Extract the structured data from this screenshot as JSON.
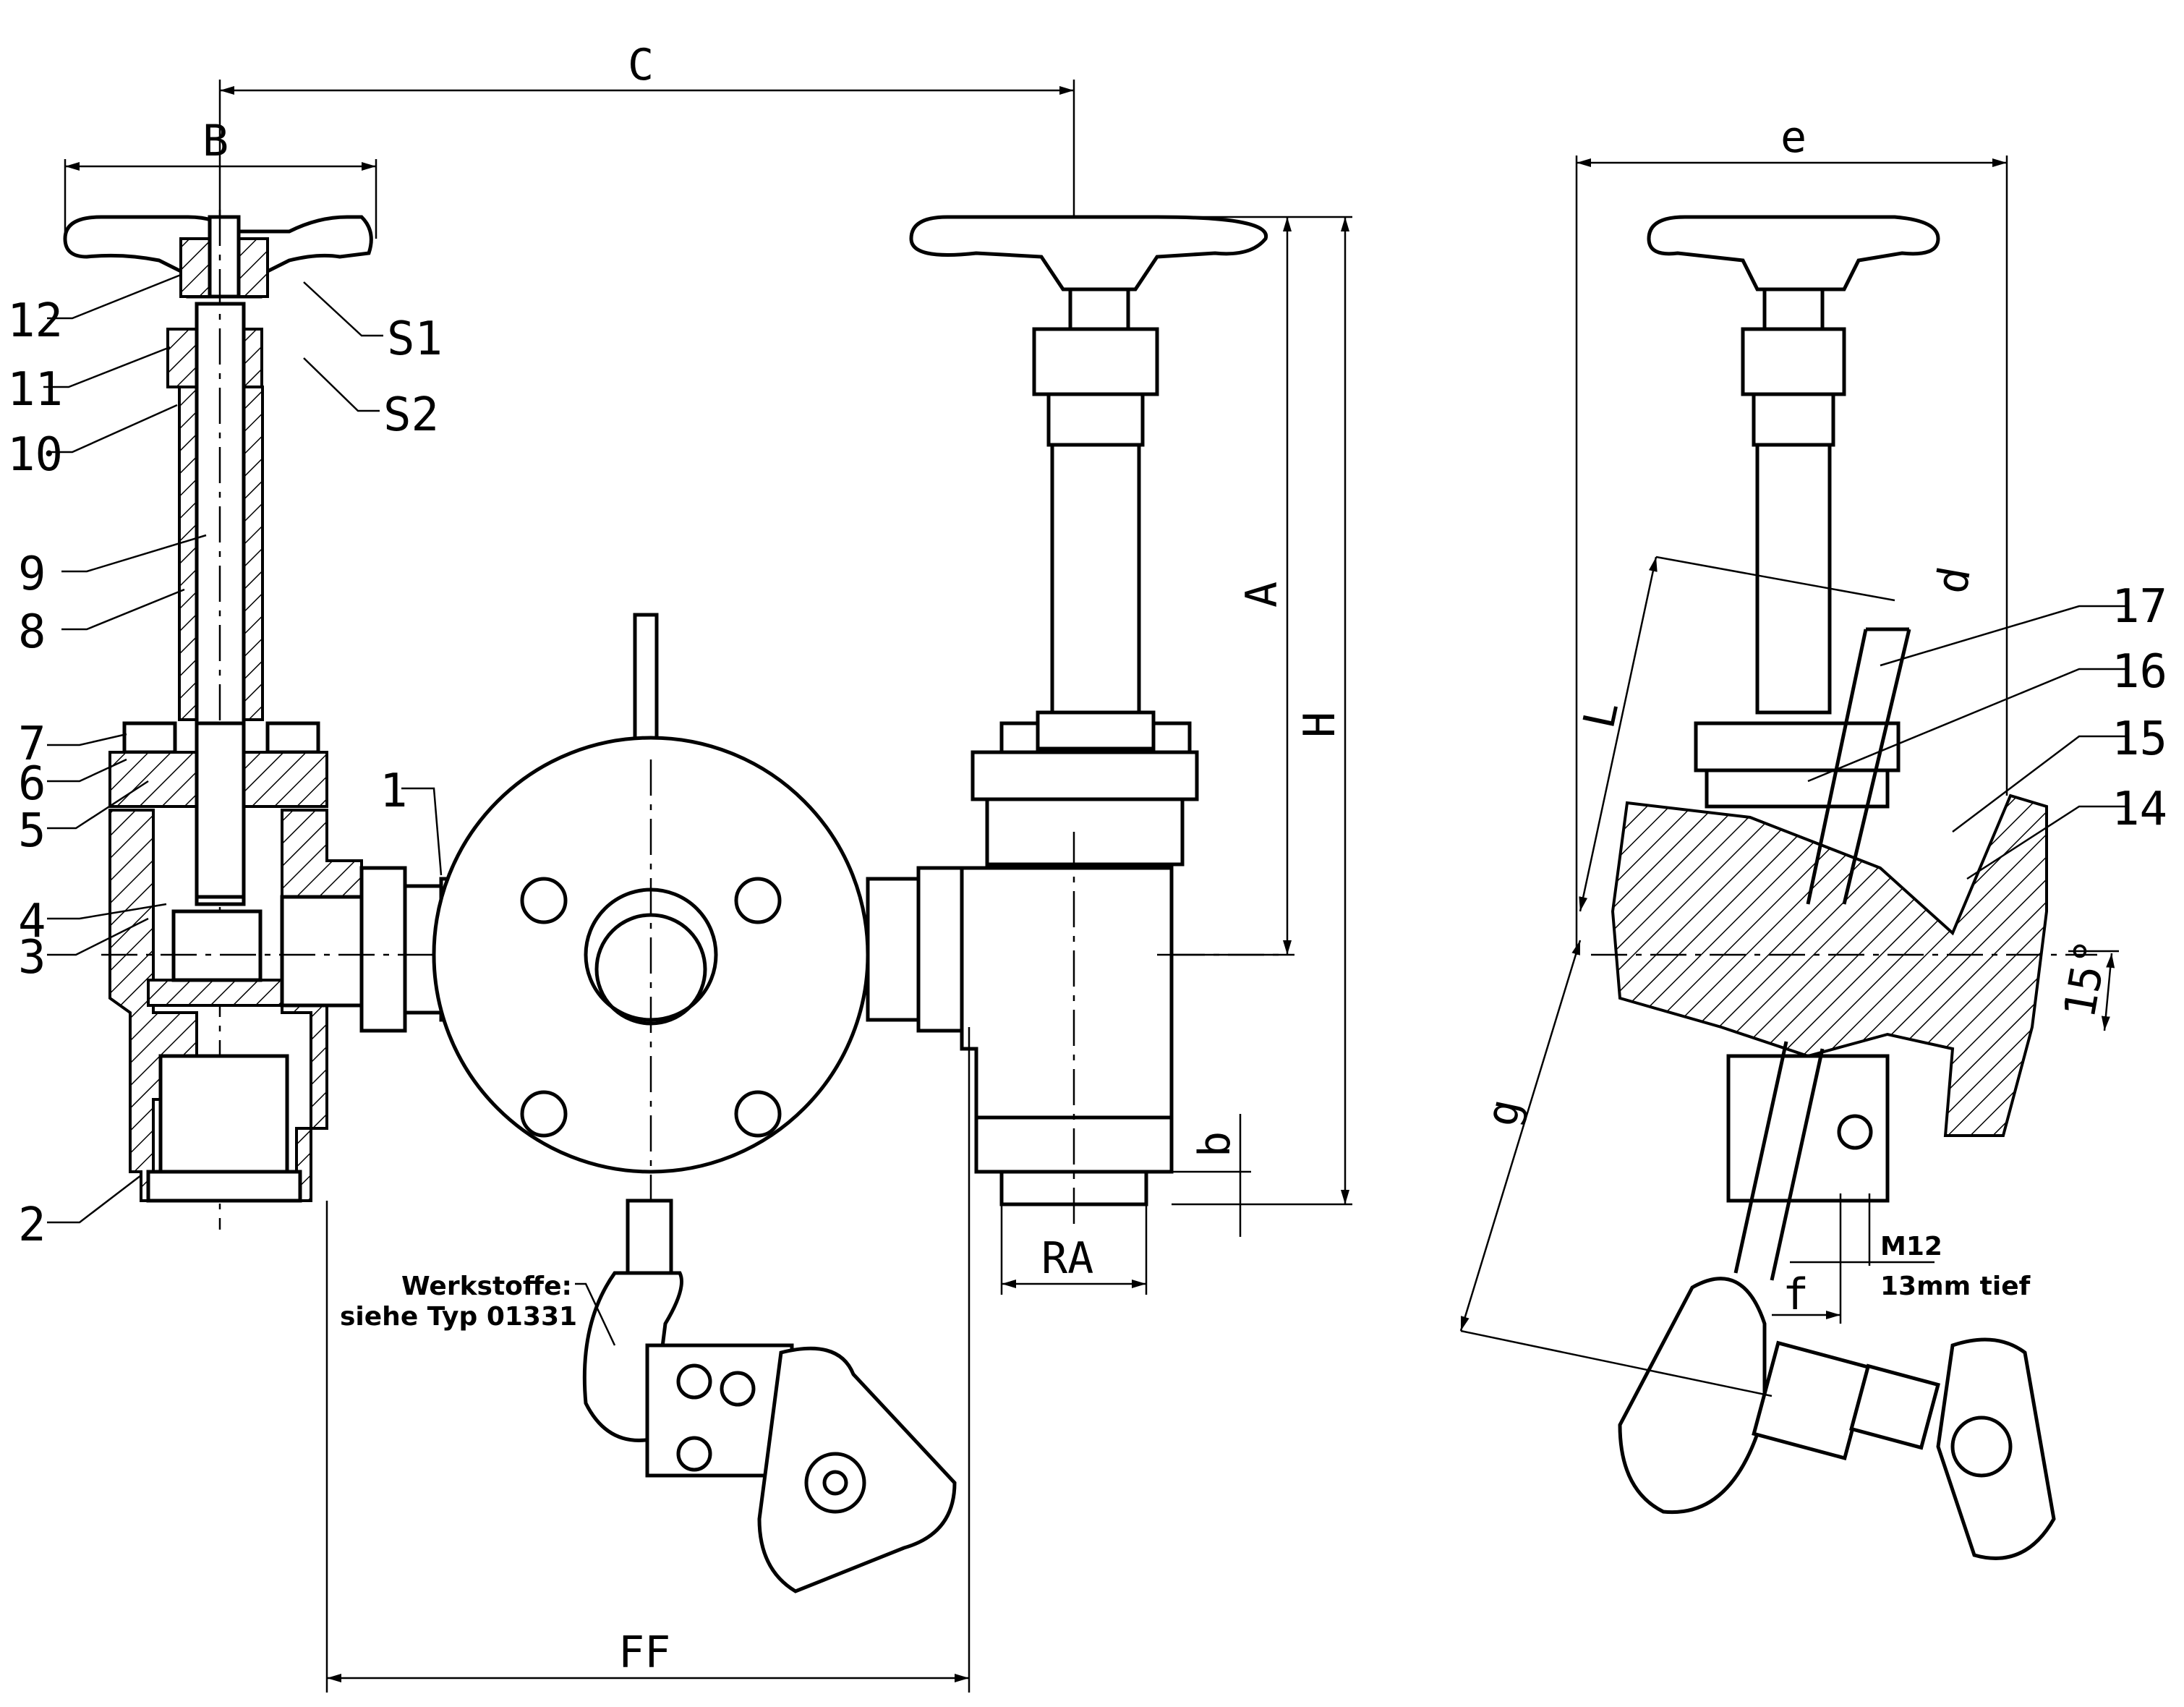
{
  "drawing": {
    "title": "Valve assembly technical drawing",
    "colors": {
      "line": "#000000",
      "background": "#ffffff"
    }
  },
  "dimensions": {
    "C": "C",
    "B": "B",
    "A": "A",
    "H": "H",
    "b": "b",
    "RA": "RA",
    "FF": "FF",
    "e": "e",
    "d": "d",
    "L": "L",
    "g": "g",
    "f": "f",
    "angle": "15°"
  },
  "part_labels_left": [
    "12",
    "11",
    "10",
    "9",
    "8",
    "7",
    "6",
    "5",
    "4",
    "3",
    "2"
  ],
  "part_labels_top": [
    "S1",
    "S2"
  ],
  "part_label_center": "1",
  "part_labels_right": [
    "17",
    "16",
    "15",
    "14"
  ],
  "notes": {
    "materials_line1": "Werkstoffe:",
    "materials_line2": "siehe Typ 01331",
    "thread": "M12",
    "thread_depth": "13mm tief"
  }
}
